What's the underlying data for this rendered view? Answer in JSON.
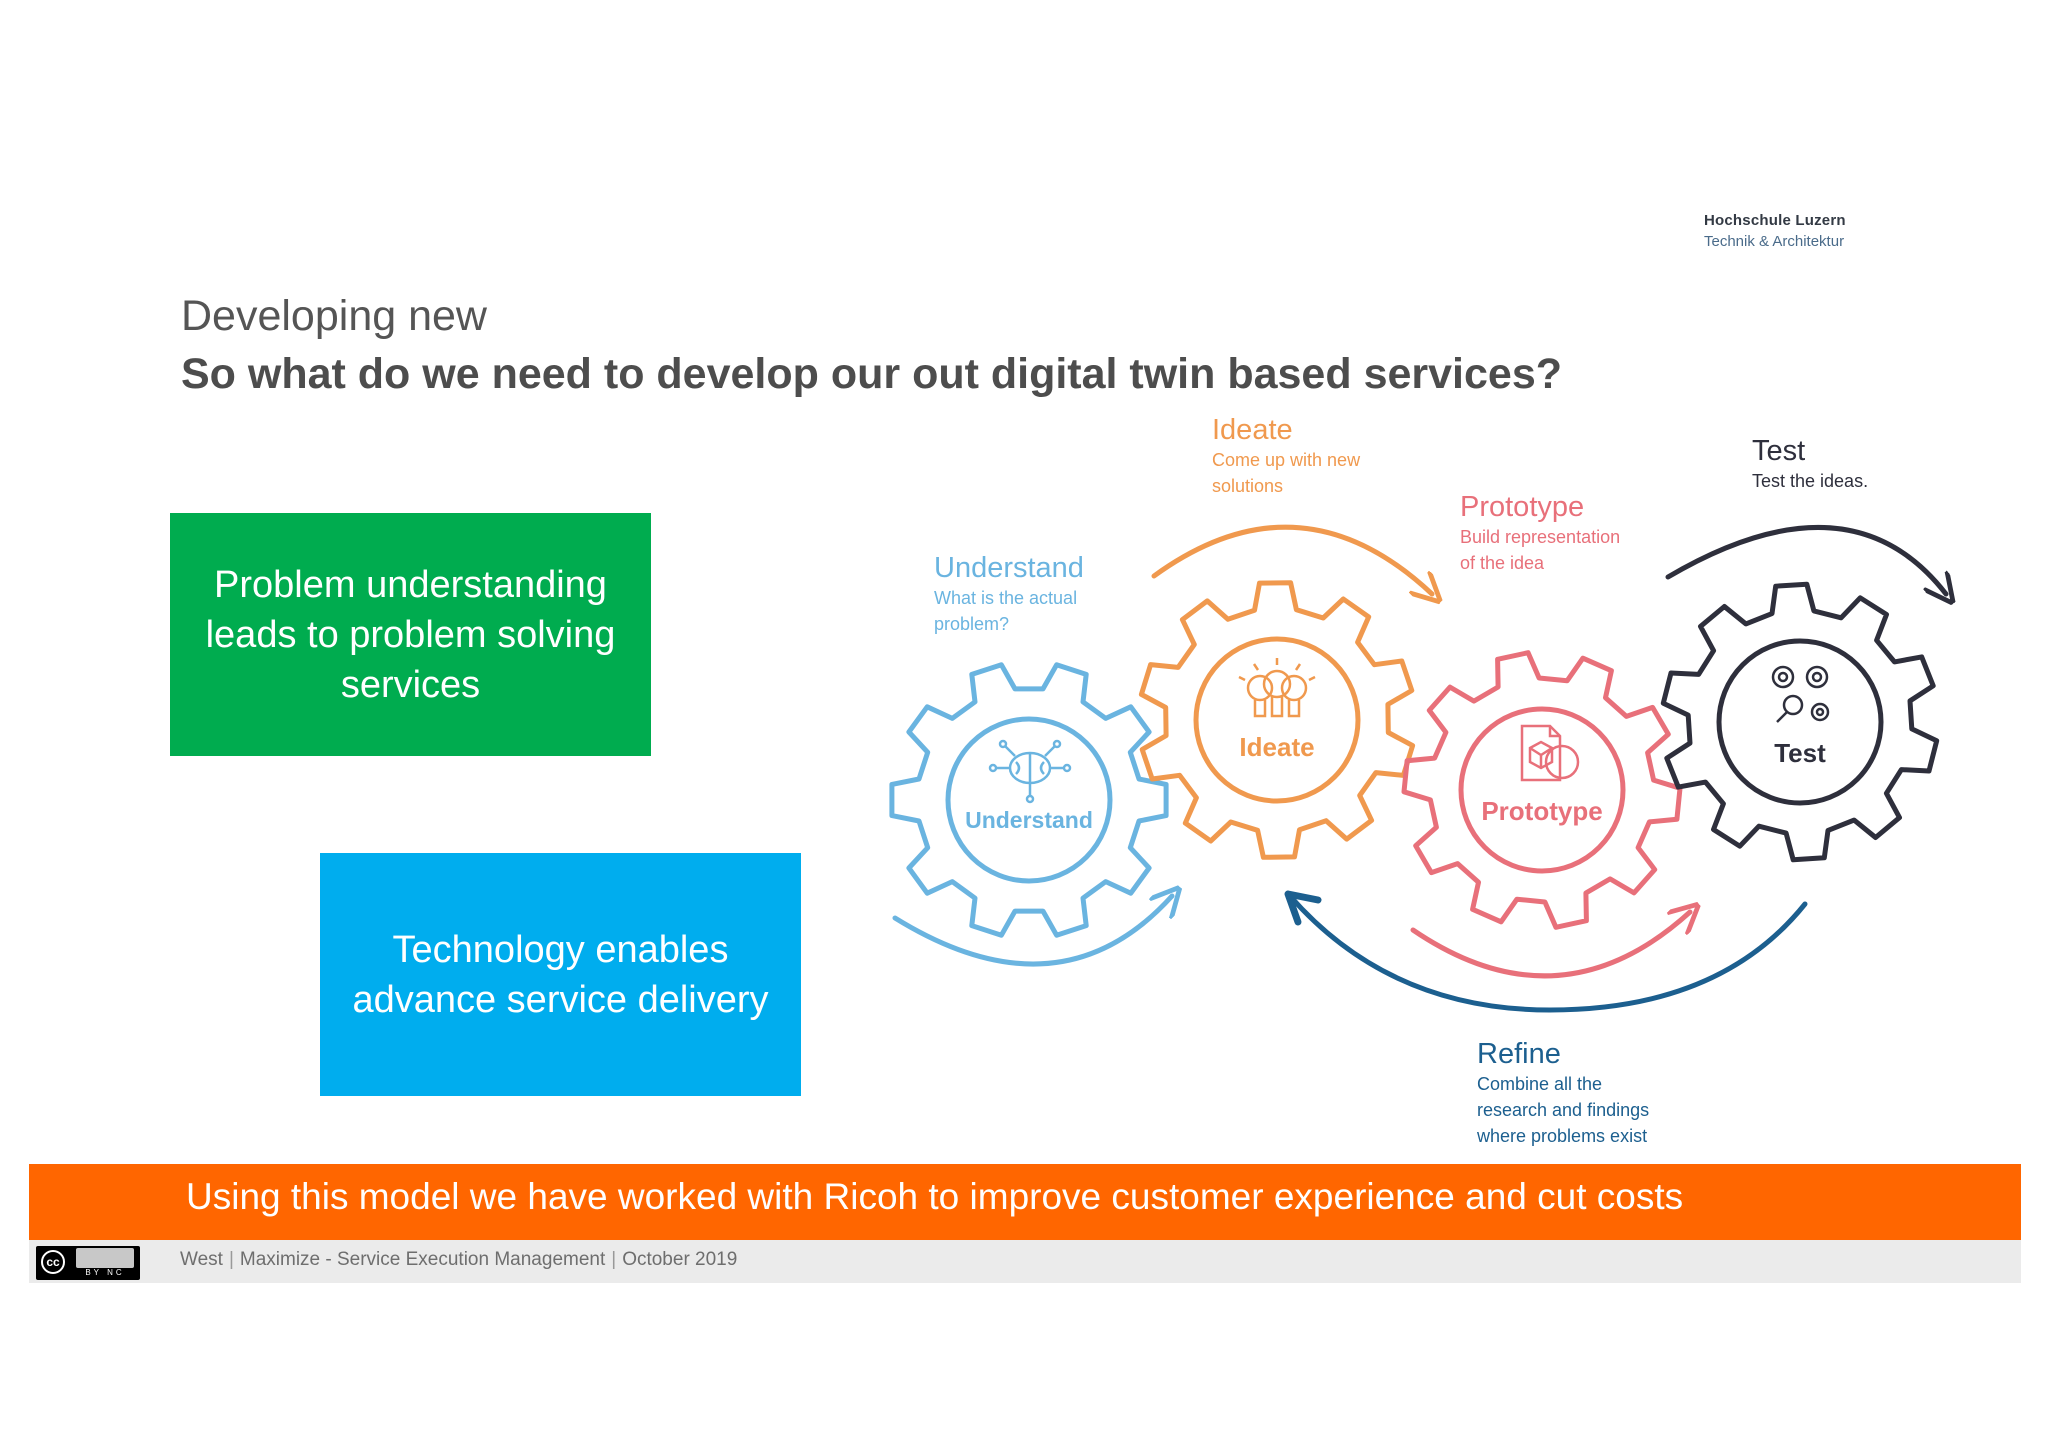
{
  "header": {
    "institution": "Hochschule Luzern",
    "department": "Technik & Architektur",
    "title": "Developing new",
    "subtitle": "So what do we need to develop our out digital twin based services?"
  },
  "boxes": {
    "problem_line1": "Problem understanding",
    "problem_line2": "leads to problem solving",
    "problem_line3": "services",
    "technology_line1": "Technology enables",
    "technology_line2": "advance service delivery"
  },
  "steps": {
    "understand": {
      "label": "Understand",
      "desc1": "What is the actual",
      "desc2": "problem?",
      "gear_label": "Understand",
      "color": "#6ab4e0"
    },
    "ideate": {
      "label": "Ideate",
      "desc1": "Come up with new",
      "desc2": "solutions",
      "gear_label": "Ideate",
      "color": "#f0994e"
    },
    "prototype": {
      "label": "Prototype",
      "desc1": "Build representation",
      "desc2": "of the idea",
      "gear_label": "Prototype",
      "color": "#e8707a"
    },
    "test": {
      "label": "Test",
      "desc1": "Test the ideas.",
      "gear_label": "Test",
      "color": "#2e2f3c"
    },
    "refine": {
      "label": "Refine",
      "desc1": "Combine all the",
      "desc2": "research and findings",
      "desc3": "where problems exist",
      "color": "#1c5f8f"
    }
  },
  "banner": {
    "text": "Using this model we have worked with Ricoh to improve customer experience and cut costs"
  },
  "footer": {
    "author": "West",
    "course": "Maximize -  Service Execution Management",
    "date": "October 2019",
    "license_badge": "BY  NC"
  }
}
